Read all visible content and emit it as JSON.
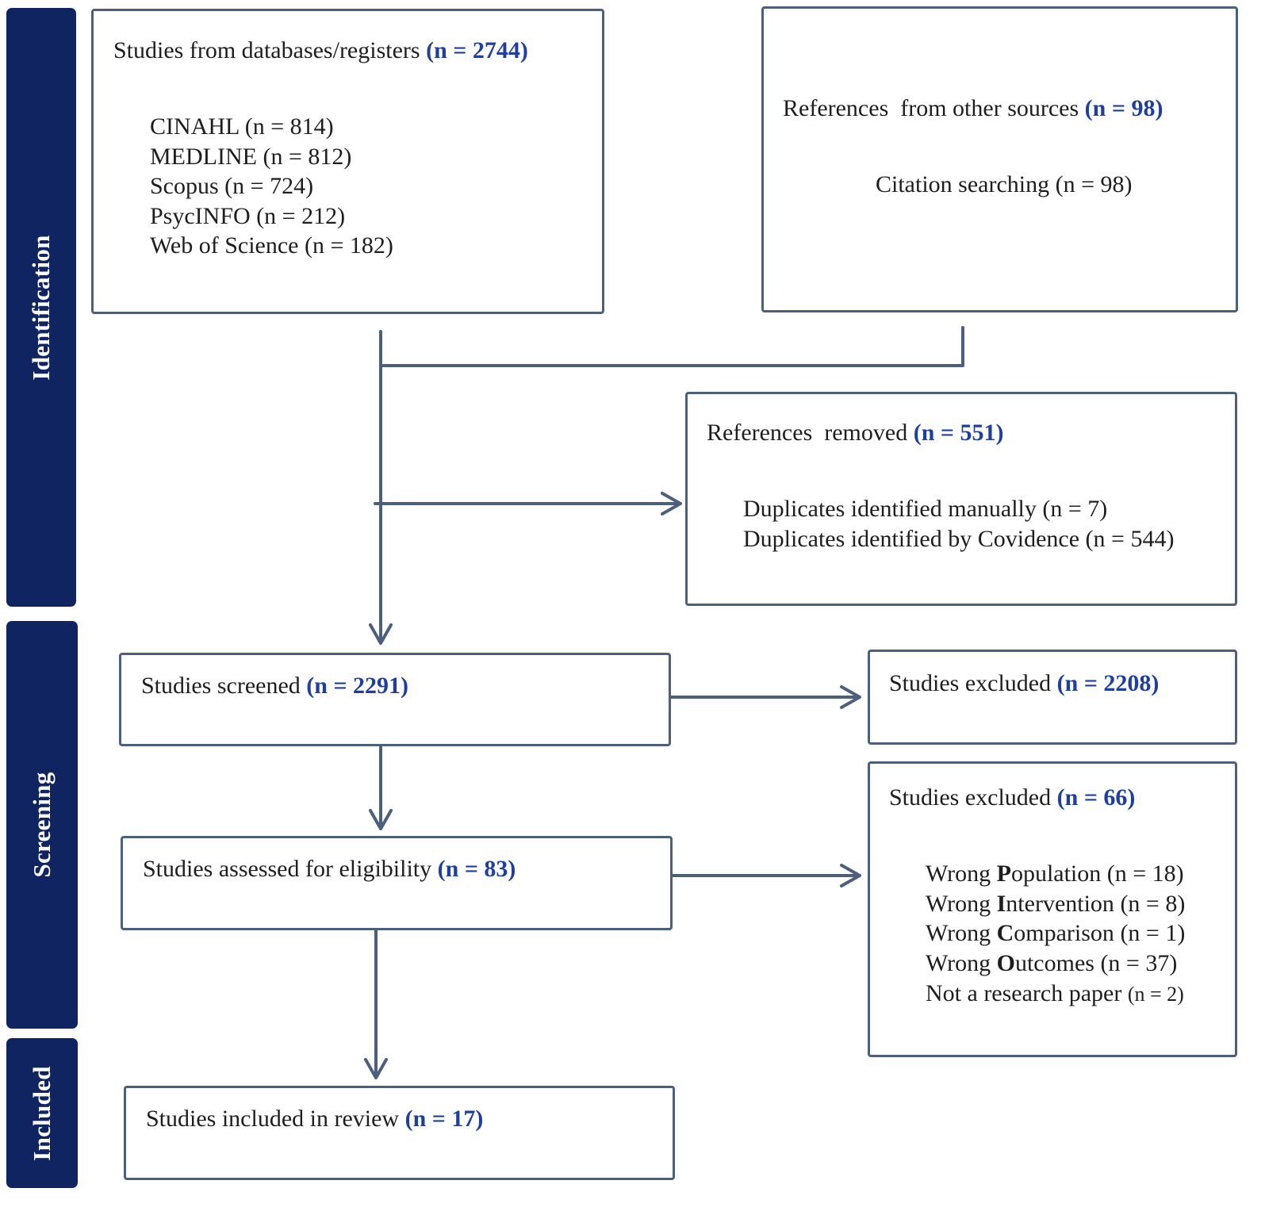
{
  "phases": {
    "identification": "Identification",
    "screening": "Screening",
    "included": "Included"
  },
  "databases": {
    "title": "Studies from databases/registers",
    "n": "(n = 2744)",
    "items": [
      "CINAHL (n = 814)",
      "MEDLINE (n = 812)",
      "Scopus (n = 724)",
      "PsycINFO (n = 212)",
      "Web of Science (n = 182)"
    ]
  },
  "other_sources": {
    "title": "References  from other sources",
    "n": "(n = 98)",
    "items": [
      "Citation searching (n = 98)"
    ]
  },
  "removed": {
    "title": "References  removed",
    "n": "(n = 551)",
    "items": [
      "Duplicates identified manually (n = 7)",
      "Duplicates identified by Covidence (n = 544)"
    ]
  },
  "screened": {
    "title": "Studies screened",
    "n": "(n = 2291)"
  },
  "excluded_screening": {
    "title": "Studies excluded",
    "n": "(n = 2208)"
  },
  "eligibility": {
    "title": "Studies assessed for eligibility",
    "n": "(n = 83)"
  },
  "excluded_eligibility": {
    "title": "Studies excluded",
    "n": "(n = 66)",
    "reasons": [
      {
        "prefix": "Wrong ",
        "initial": "P",
        "rest": "opulation",
        "count": "(n = 18)"
      },
      {
        "prefix": "Wrong ",
        "initial": "I",
        "rest": "ntervention",
        "count": "(n = 8)"
      },
      {
        "prefix": "Wrong ",
        "initial": "C",
        "rest": "omparison",
        "count": "(n = 1)"
      },
      {
        "prefix": "Wrong ",
        "initial": "O",
        "rest": "utcomes",
        "count": "(n = 37)"
      }
    ],
    "not_research": {
      "label": "Not a research paper",
      "count": "(n = 2)"
    }
  },
  "included": {
    "title": "Studies included in review",
    "n": "(n = 17)"
  },
  "colors": {
    "phase_bar": "#0f2461",
    "box_border": "#4d5f7e",
    "count_highlight": "#1f3fa0",
    "connector": "#4d5f7e"
  }
}
